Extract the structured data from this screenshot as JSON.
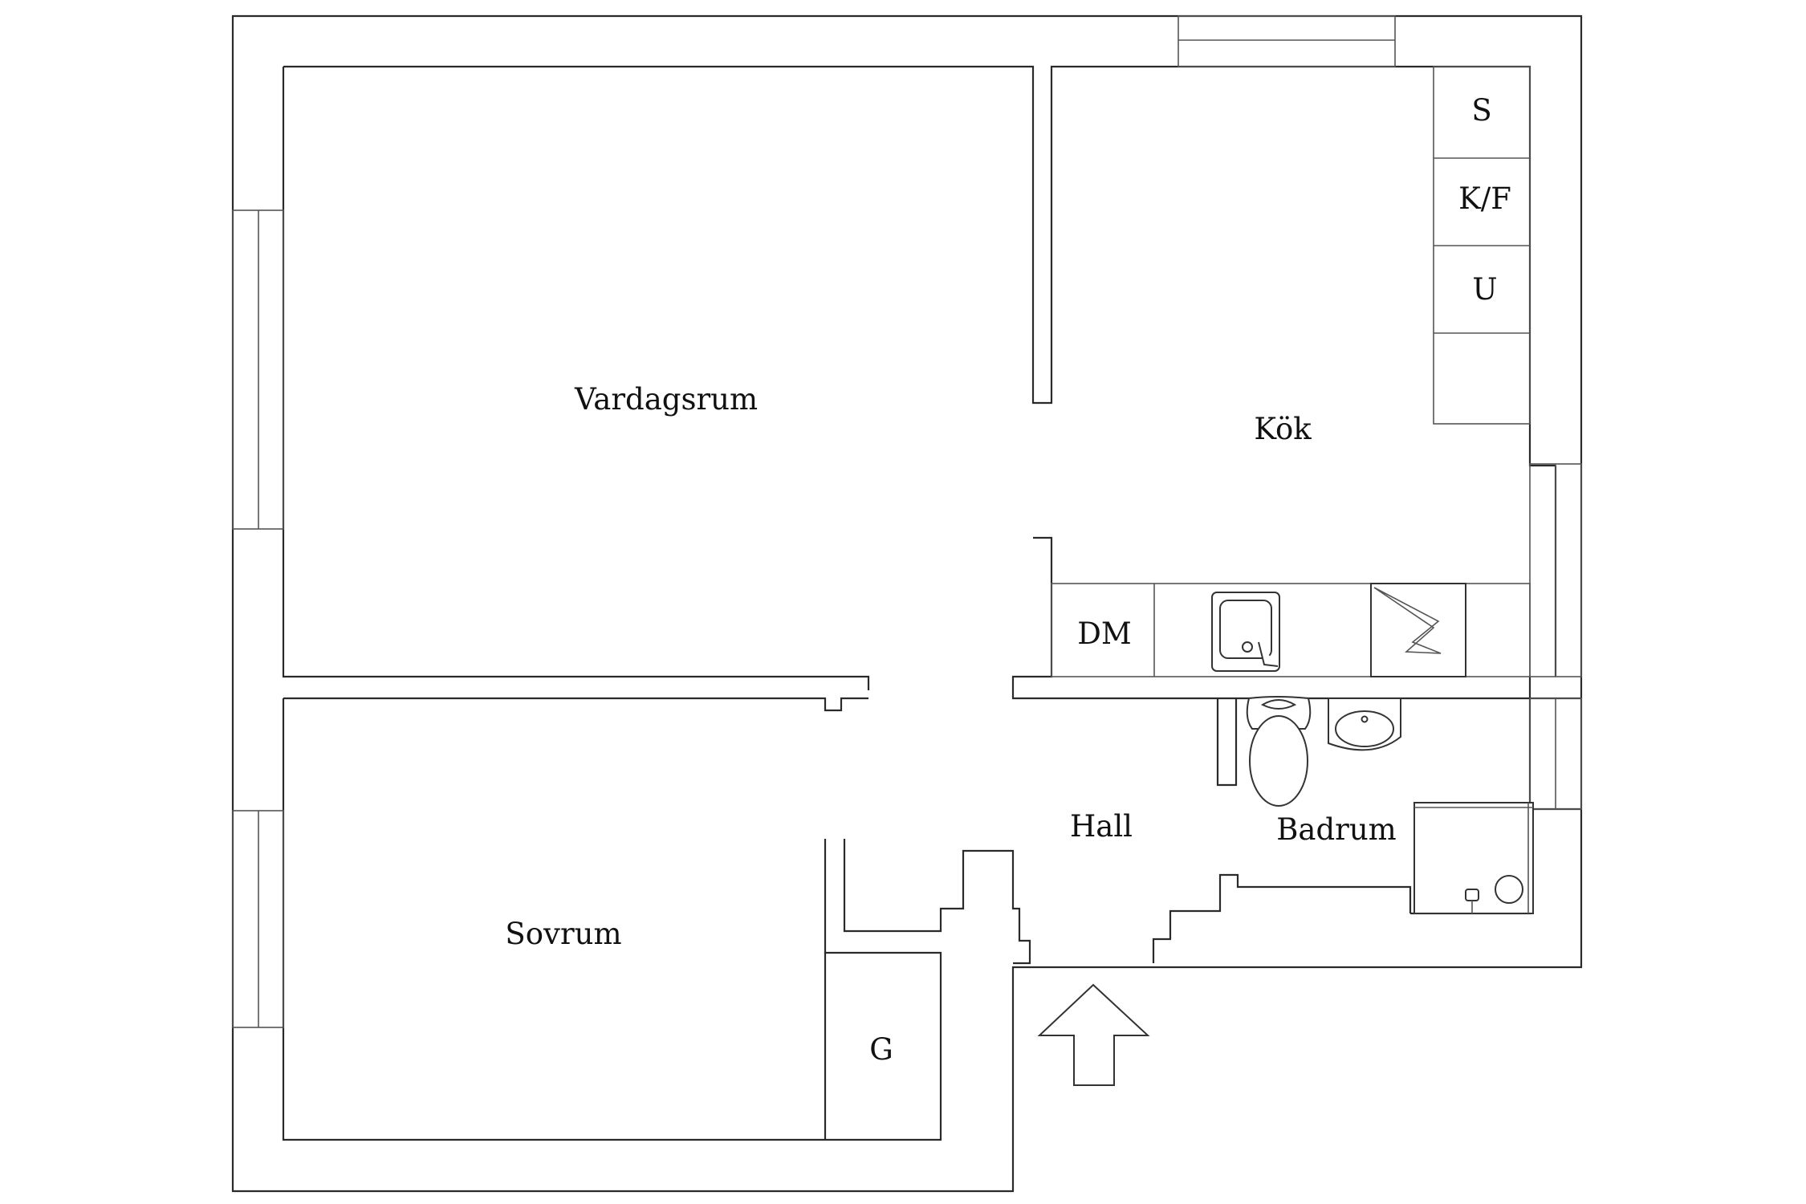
{
  "plan": {
    "rooms": {
      "living_room": "Vardagsrum",
      "kitchen": "Kök",
      "bedroom": "Sovrum",
      "hall": "Hall",
      "bathroom": "Badrum"
    },
    "units": {
      "stove": "S",
      "fridge_freezer": "K/F",
      "oven": "U",
      "dishwasher": "DM",
      "wardrobe": "G"
    },
    "icons": [
      "entrance-arrow-icon",
      "sink-icon",
      "toilet-icon",
      "washbasin-icon",
      "shower-icon",
      "floor-drain-icon",
      "fume-hood-icon"
    ],
    "colors": {
      "line": "#2a2a2a",
      "background": "#ffffff"
    }
  }
}
